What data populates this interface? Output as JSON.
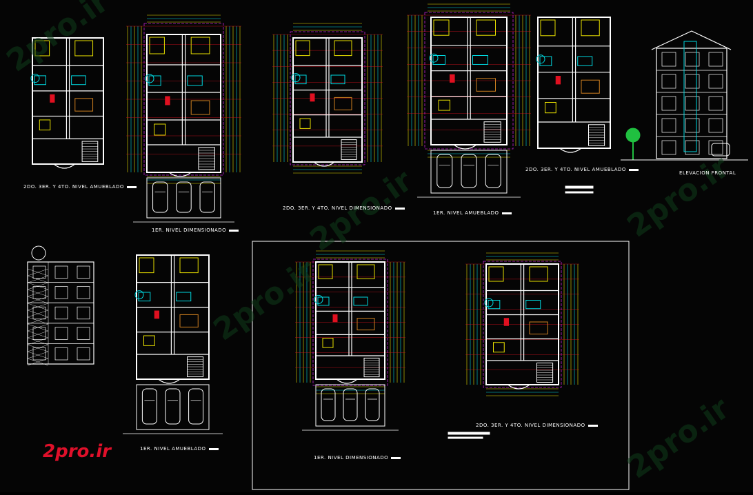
{
  "labels": {
    "plan_upper_furnished": "2DO. 3ER. Y 4TO. NIVEL AMUEBLADO",
    "plan_first_dimensioned": "1ER. NIVEL DIMENSIONADO",
    "plan_upper_dimensioned": "2DO. 3ER. Y 4TO. NIVEL DIMENSIONADO",
    "plan_first_furnished": "1ER. NIVEL AMUEBLADO",
    "plan_upper_furnished_b": "2DO. 3ER. Y 4TO. NIVEL AMUEBLADO",
    "front_elevation": "ELEVACION FRONTAL",
    "plan_first_furnished_b": "1ER. NIVEL AMUEBLADO",
    "plan_first_dimensioned_b": "1ER. NIVEL DIMENSIONADO",
    "plan_upper_dimensioned_b": "2DO. 3ER. Y 4TO. NIVEL DIMENSIONADO"
  },
  "watermark": "2pro.ir",
  "logo": "2pro.ir",
  "colors": {
    "background": "#050505",
    "wall": "#ffffff",
    "yellow": "#e8e000",
    "cyan": "#00d8e0",
    "magenta": "#c020d0",
    "red": "#e01020",
    "green": "#20c040",
    "orange": "#d08020"
  }
}
